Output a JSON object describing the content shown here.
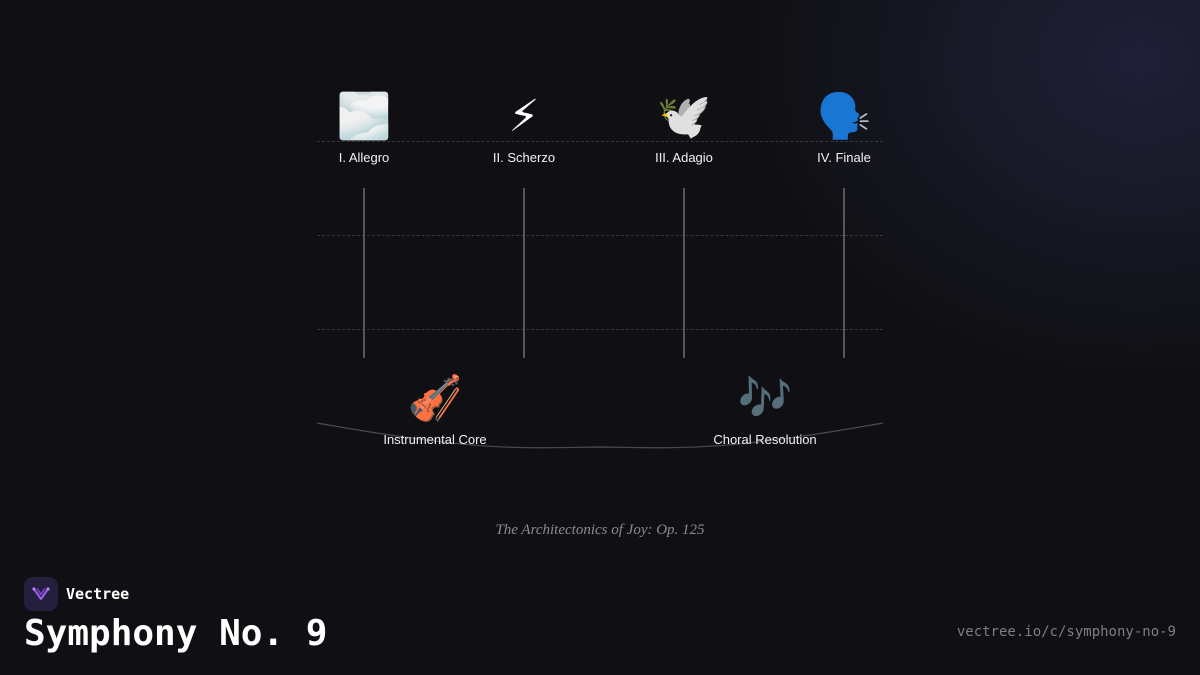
{
  "diagram": {
    "movements": [
      {
        "icon": "cloud-icon",
        "glyph": "🌫️",
        "label": "I. Allegro"
      },
      {
        "icon": "lightning-icon",
        "glyph": "⚡",
        "label": "II. Scherzo"
      },
      {
        "icon": "dove-icon",
        "glyph": "🕊️",
        "label": "III. Adagio"
      },
      {
        "icon": "speaking-head-icon",
        "glyph": "🗣️",
        "label": "IV. Finale"
      }
    ],
    "groups": [
      {
        "icon": "violin-icon",
        "glyph": "🎻",
        "label": "Instrumental Core"
      },
      {
        "icon": "music-notes-icon",
        "glyph": "🎶",
        "label": "Choral Resolution"
      }
    ],
    "caption": "The Architectonics of Joy: Op. 125"
  },
  "footer": {
    "brand": "Vectree",
    "title": "Symphony No. 9",
    "url": "vectree.io/c/symphony-no-9"
  }
}
